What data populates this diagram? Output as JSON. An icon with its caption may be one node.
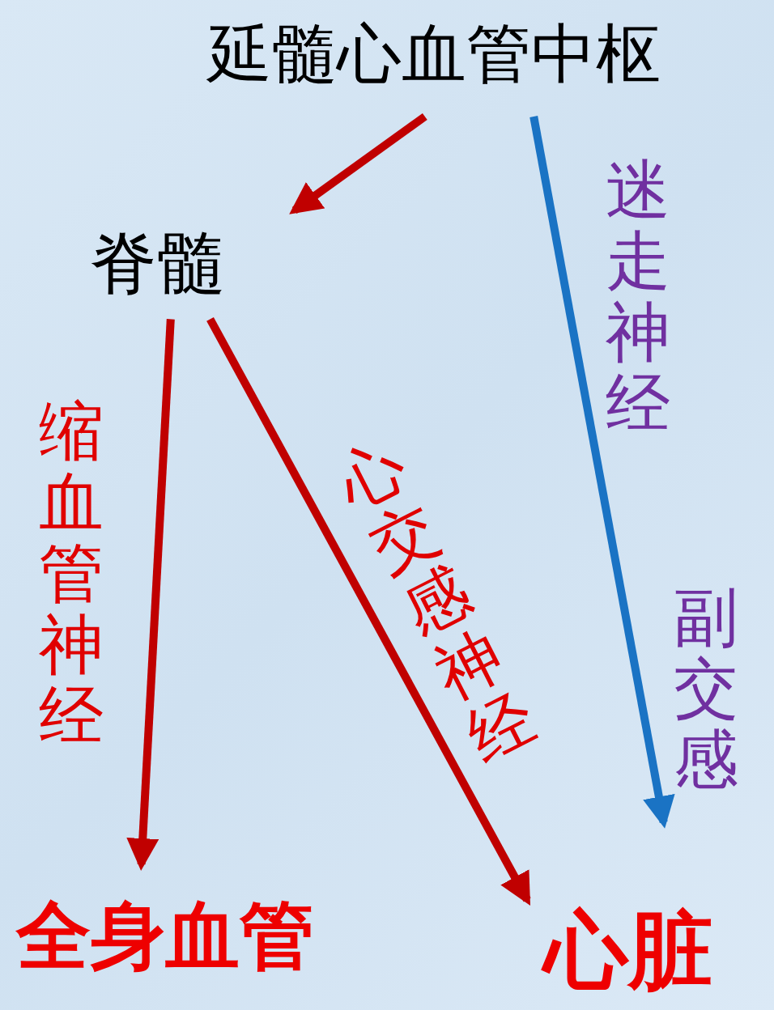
{
  "diagram": {
    "nodes": [
      {
        "text": [
          "延髓心血管中枢"
        ]
      },
      {
        "text": [
          "脊髓"
        ]
      },
      {
        "text": [
          "全身血管"
        ]
      },
      {
        "text": [
          "心脏"
        ]
      }
    ],
    "edges": [
      {
        "from": 0,
        "to": 1,
        "arrow": "to"
      },
      {
        "from": 1,
        "to": 2,
        "arrow": "to",
        "label": "缩血管神经"
      },
      {
        "from": 1,
        "to": 3,
        "arrow": "to",
        "label": "心交感神经"
      },
      {
        "from": 0,
        "to": 3,
        "arrow": "to",
        "label": "迷走神经",
        "color": "#1a73c4"
      }
    ],
    "labels": [
      "副交感"
    ]
  }
}
